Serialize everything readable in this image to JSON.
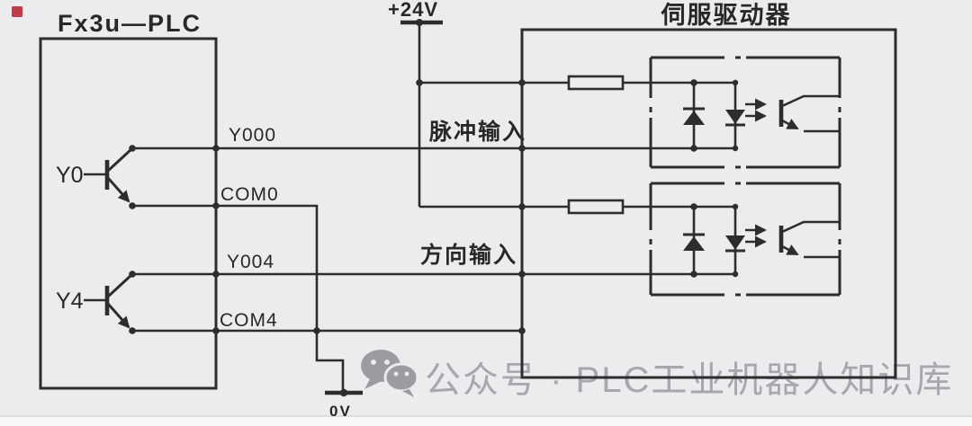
{
  "meta": {
    "background": "#ececee",
    "line_color": "#2d2d2f",
    "marker_red": "#c23b49",
    "watermark_gray": "#a8a8ac"
  },
  "plc": {
    "title": "Fx3u—PLC",
    "transistors": [
      {
        "label": "Y0"
      },
      {
        "label": "Y4"
      }
    ],
    "terminals": [
      {
        "label": "Y000"
      },
      {
        "label": "COM0"
      },
      {
        "label": "Y004"
      },
      {
        "label": "COM4"
      }
    ]
  },
  "power": {
    "positive": "+24V",
    "ground": "0V"
  },
  "signals": {
    "pulse": "脉冲输入",
    "direction": "方向输入"
  },
  "servo": {
    "title": "伺服驱动器",
    "optocoupler_count": 2
  },
  "watermark": {
    "icon": "wechat-icon",
    "text": "公众号 · PLC工业机器人知识库"
  }
}
